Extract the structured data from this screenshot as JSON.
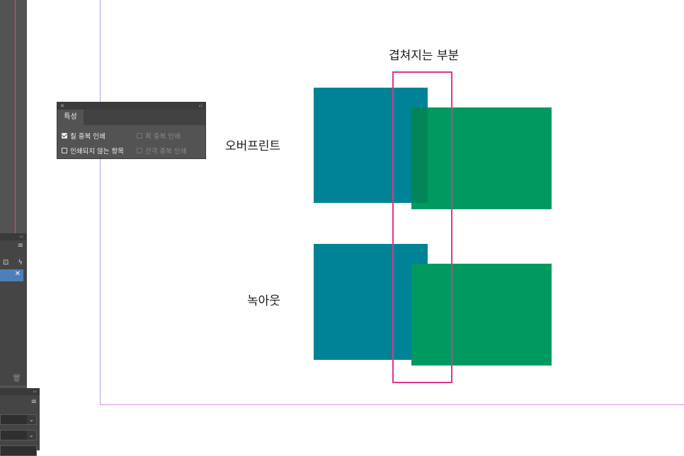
{
  "properties_panel": {
    "tab_label": "특성",
    "options": [
      {
        "label": "칠 중복 인쇄",
        "checked": true,
        "enabled": true
      },
      {
        "label": "획 중복 인쇄",
        "checked": false,
        "enabled": false
      },
      {
        "label": "인쇄되지 않는 항목",
        "checked": false,
        "enabled": true
      },
      {
        "label": "간격 중복 인쇄",
        "checked": false,
        "enabled": false
      }
    ]
  },
  "canvas": {
    "overlap_label": "겹쳐지는 부분",
    "overprint_label": "오버프린트",
    "knockout_label": "녹아웃"
  },
  "colors": {
    "teal": "#008396",
    "green": "#00995f",
    "overprint_mix": "#008659",
    "highlight": "#e0348a"
  }
}
